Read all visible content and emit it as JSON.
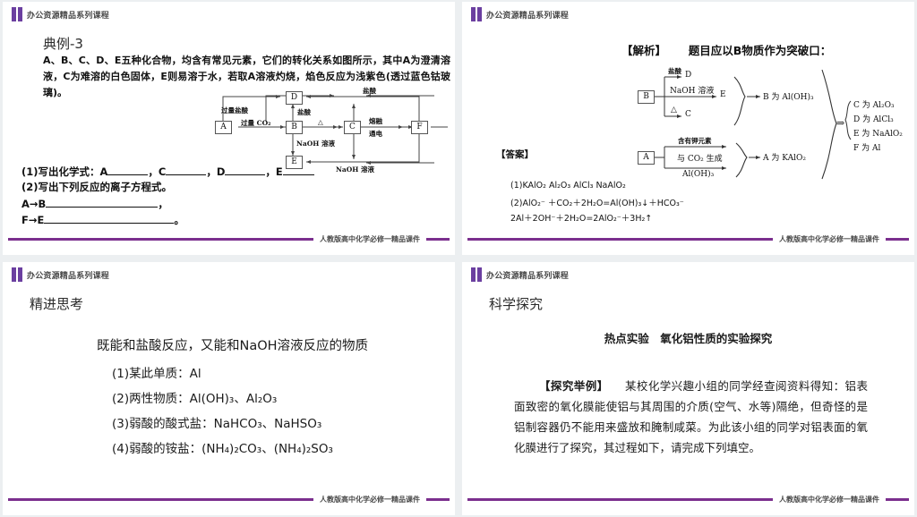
{
  "header": {
    "logo": "double-bar-logo",
    "text": "办公资源精品系列课程"
  },
  "footer": {
    "text": "人教版高中化学必修一精品课件"
  },
  "colors": {
    "accent": "#6b3fa0",
    "footer_line": "#7b2f8e",
    "page_bg": "#eceff1",
    "slide_bg": "#ffffff"
  },
  "slides": [
    {
      "id": "slide-example-3",
      "title": "典例-3",
      "body": "A、B、C、D、E五种化合物，均含有常见元素，它们的转化关系如图所示，其中A为澄清溶液，C为难溶的白色固体，E则易溶于水，若取A溶液灼烧，焰色反应为浅紫色(透过蓝色钴玻璃)。",
      "q1_prefix": "(1)写出化学式：A",
      "q1_c": "，C",
      "q1_d": "，D",
      "q1_e": "，E",
      "q2": "(2)写出下列反应的离子方程式。",
      "q3_prefix": "A→B",
      "q3_suffix": "，",
      "q4_prefix": "F→E",
      "q4_suffix": "。",
      "diagram": {
        "nodes": [
          "A",
          "B",
          "C",
          "D",
          "E",
          "F"
        ],
        "labels": {
          "excess_hcl": "过量盐酸",
          "hcl_top": "盐酸",
          "hcl_mid": "盐酸",
          "excess_co2": "过量 CO₂",
          "delta": "△",
          "molten": "熔融",
          "electrolysis": "通电",
          "naoh_mid": "NaOH 溶液",
          "naoh_bottom": "NaOH 溶液"
        }
      }
    },
    {
      "id": "slide-analysis",
      "head_tag": "【解析】",
      "head_text": "题目应以B物质作为突破口：",
      "answer_tag": "【答案】",
      "diagram": {
        "b_node": "B",
        "b_branch_hcl": "盐酸",
        "b_branch_naoh": "NaOH 溶液",
        "b_branch_delta": "△",
        "b_out_d": "D",
        "b_out_e": "E",
        "b_out_c": "C",
        "b_conclusion": "B 为 Al(OH)₃",
        "a_node": "A",
        "a_branch_k": "含有钾元素",
        "a_branch_co2": "与 CO₂ 生成",
        "a_branch_aloh3": "Al(OH)₃",
        "a_conclusion": "A 为 KAlO₂",
        "implies": "⇒",
        "final": [
          "C 为 Al₂O₃",
          "D 为 AlCl₃",
          "E 为 NaAlO₂",
          "F 为 Al"
        ]
      },
      "equations": [
        "(1)KAlO₂   Al₂O₃   AlCl₃   NaAlO₂",
        "(2)AlO₂⁻ ＋CO₂＋2H₂O=Al(OH)₃↓＋HCO₃⁻",
        "2Al＋2OH⁻＋2H₂O=2AlO₂⁻＋3H₂↑"
      ]
    },
    {
      "id": "slide-thinking",
      "title": "精进思考",
      "lead": "既能和盐酸反应，又能和NaOH溶液反应的物质",
      "items": [
        "(1)某此单质：Al",
        "(2)两性物质：Al(OH)₃、Al₂O₃",
        "(3)弱酸的酸式盐：NaHCO₃、NaHSO₃",
        "(4)弱酸的铵盐：(NH₄)₂CO₃、(NH₄)₂SO₃"
      ]
    },
    {
      "id": "slide-inquiry",
      "title": "科学探究",
      "subtitle": "热点实验　氧化铝性质的实验探究",
      "tag": "【探究举例】",
      "paragraph": "某校化学兴趣小组的同学经查阅资料得知：铝表面致密的氧化膜能使铝与其周围的介质(空气、水等)隔绝，但奇怪的是铝制容器仍不能用来盛放和腌制咸菜。为此该小组的同学对铝表面的氧化膜进行了探究，其过程如下，请完成下列填空。"
    }
  ]
}
